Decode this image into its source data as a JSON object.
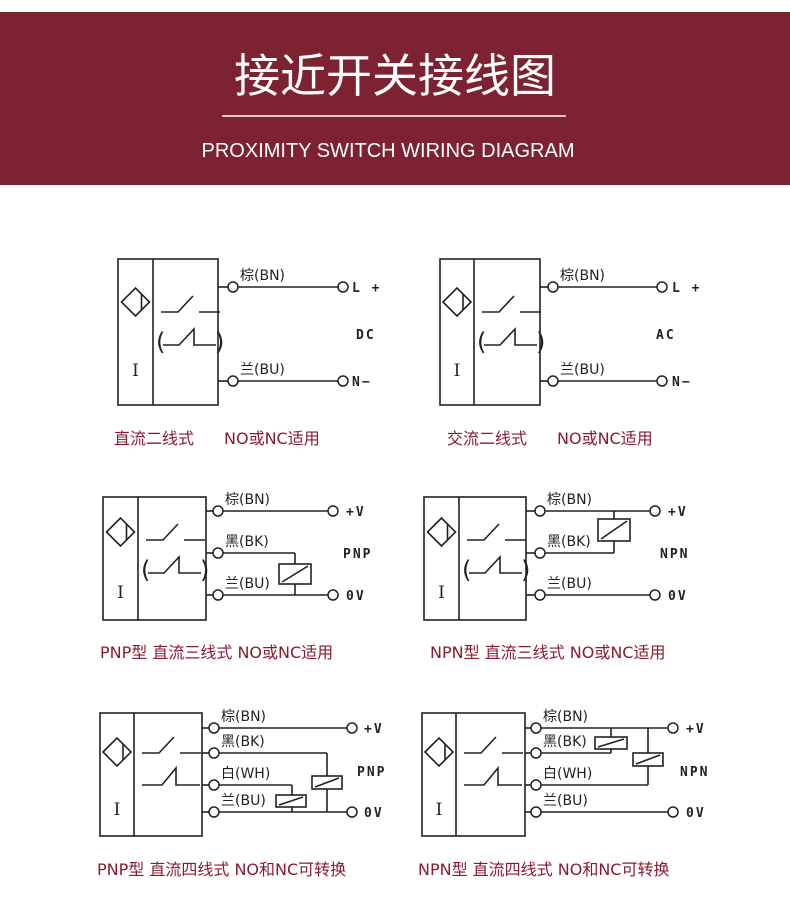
{
  "header": {
    "title": "接近开关接线图",
    "subtitle": "PROXIMITY SWITCH WIRING DIAGRAM",
    "background": "#7d2231"
  },
  "diagrams": [
    {
      "id": "dc-2wire",
      "sensor_mark": "I",
      "wires": [
        "棕(BN)",
        "兰(BU)"
      ],
      "terminals": [
        "L +",
        "N−"
      ],
      "type_label": "DC",
      "caption": [
        "直流二线式",
        "NO或NC适用"
      ]
    },
    {
      "id": "ac-2wire",
      "sensor_mark": "I",
      "wires": [
        "棕(BN)",
        "兰(BU)"
      ],
      "terminals": [
        "L +",
        "N−"
      ],
      "type_label": "AC",
      "caption": [
        "交流二线式",
        "NO或NC适用"
      ]
    },
    {
      "id": "pnp-3wire",
      "sensor_mark": "I",
      "wires": [
        "棕(BN)",
        "黑(BK)",
        "兰(BU)"
      ],
      "terminals": [
        "+V",
        "0V"
      ],
      "type_label": "PNP",
      "caption": [
        "PNP型  直流三线式 NO或NC适用"
      ]
    },
    {
      "id": "npn-3wire",
      "sensor_mark": "I",
      "wires": [
        "棕(BN)",
        "黑(BK)",
        "兰(BU)"
      ],
      "terminals": [
        "+V",
        "0V"
      ],
      "type_label": "NPN",
      "caption": [
        "NPN型  直流三线式 NO或NC适用"
      ]
    },
    {
      "id": "pnp-4wire",
      "sensor_mark": "I",
      "wires": [
        "棕(BN)",
        "黑(BK)",
        "白(WH)",
        "兰(BU)"
      ],
      "terminals": [
        "+V",
        "0V"
      ],
      "type_label": "PNP",
      "caption": [
        "PNP型  直流四线式 NO和NC可转换"
      ]
    },
    {
      "id": "npn-4wire",
      "sensor_mark": "I",
      "wires": [
        "棕(BN)",
        "黑(BK)",
        "白(WH)",
        "兰(BU)"
      ],
      "terminals": [
        "+V",
        "0V"
      ],
      "type_label": "NPN",
      "caption": [
        "NPN型  直流四线式 NO和NC可转换"
      ]
    }
  ]
}
